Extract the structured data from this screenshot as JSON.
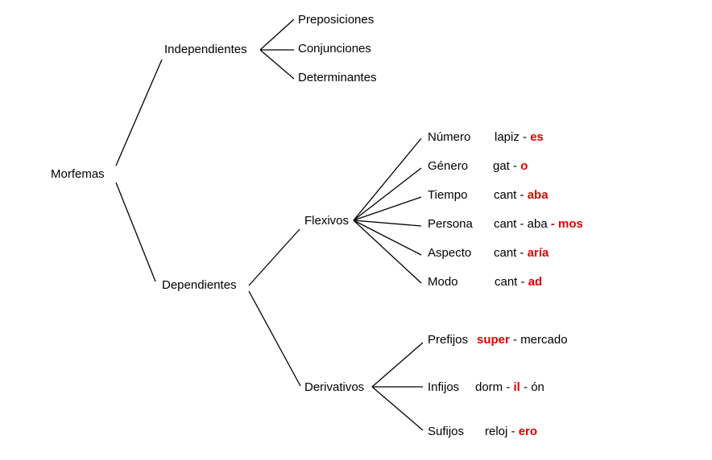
{
  "colors": {
    "line": "#000000",
    "text": "#000000",
    "highlight": "#e00000",
    "background": "#ffffff"
  },
  "root": {
    "label": "Morfemas"
  },
  "independientes": {
    "label": "Independientes",
    "children": [
      "Preposiciones",
      "Conjunciones",
      "Determinantes"
    ]
  },
  "dependientes": {
    "label": "Dependientes",
    "flexivos": {
      "label": "Flexivos",
      "items": [
        {
          "label": "Número",
          "example": [
            {
              "t": "lapiz - ",
              "hl": false
            },
            {
              "t": "es",
              "hl": true
            }
          ]
        },
        {
          "label": "Género",
          "example": [
            {
              "t": "gat - ",
              "hl": false
            },
            {
              "t": "o",
              "hl": true
            }
          ]
        },
        {
          "label": "Tiempo",
          "example": [
            {
              "t": "cant - ",
              "hl": false
            },
            {
              "t": "aba",
              "hl": true
            }
          ]
        },
        {
          "label": "Persona",
          "example": [
            {
              "t": "cant - aba ",
              "hl": false
            },
            {
              "t": "- mos",
              "hl": true
            }
          ]
        },
        {
          "label": "Aspecto",
          "example": [
            {
              "t": "cant - ",
              "hl": false
            },
            {
              "t": "aría",
              "hl": true
            }
          ]
        },
        {
          "label": "Modo",
          "example": [
            {
              "t": "cant - ",
              "hl": false
            },
            {
              "t": "ad",
              "hl": true
            }
          ]
        }
      ]
    },
    "derivativos": {
      "label": "Derivativos",
      "items": [
        {
          "label": "Prefijos",
          "example": [
            {
              "t": "super",
              "hl": true
            },
            {
              "t": " - mercado",
              "hl": false
            }
          ]
        },
        {
          "label": "Infijos",
          "example": [
            {
              "t": "dorm - ",
              "hl": false
            },
            {
              "t": "il",
              "hl": true
            },
            {
              "t": " - ón",
              "hl": false
            }
          ]
        },
        {
          "label": "Sufijos",
          "example": [
            {
              "t": "reloj - ",
              "hl": false
            },
            {
              "t": "ero",
              "hl": true
            }
          ]
        }
      ]
    }
  }
}
